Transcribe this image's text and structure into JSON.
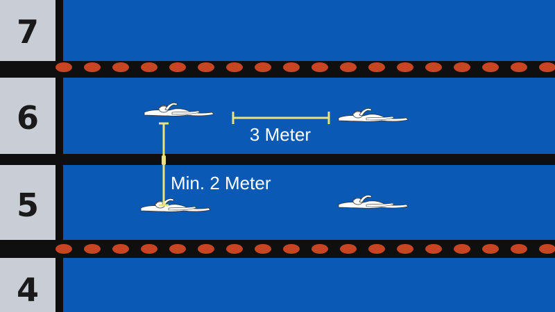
{
  "lanes": [
    {
      "number": "7"
    },
    {
      "number": "6"
    },
    {
      "number": "5"
    },
    {
      "number": "4"
    }
  ],
  "measurements": {
    "horizontal_label": "3 Meter",
    "vertical_label": "Min. 2 Meter"
  },
  "colors": {
    "water": "#0a59b5",
    "lane_label_bg": "#c9ced6",
    "divider": "#0f0f0f",
    "rope_float": "#c84524",
    "measure_line": "#e8e37a",
    "swimmer": "#ffffff"
  },
  "icons": {
    "swimmer": "swimmer-icon"
  }
}
